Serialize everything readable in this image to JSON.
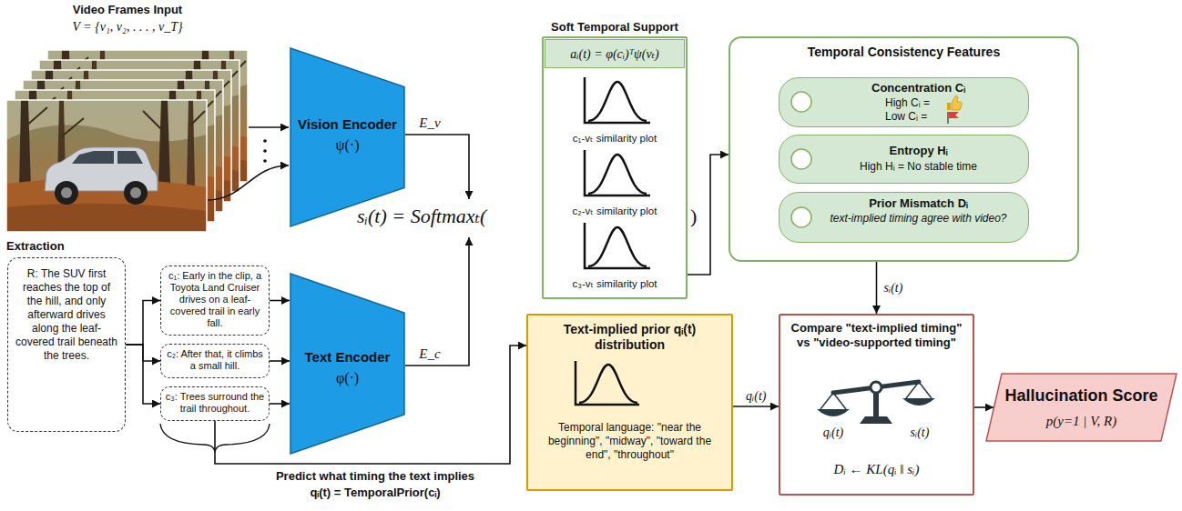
{
  "diagram": {
    "nodes": [
      {
        "text": [
          "Vision Encoder",
          "ψ(·)"
        ]
      },
      {
        "text": [
          "Soft Temporal Support",
          "c₁-vₜ similarity plot",
          "c₂-vₜ similarity plot",
          "c₃-vₜ similarity plot"
        ]
      },
      {
        "text": [
          "aᵢ(t) = φ(cᵢ)ᵀψ(vₜ)"
        ],
        "in": 1
      },
      {
        "text": [
          "Temporal Consistency Features"
        ]
      },
      {
        "text": [
          "Concentration Cᵢ",
          "High Cᵢ =",
          "Low Cᵢ ="
        ],
        "in": 3
      },
      {
        "text": [
          "Entropy Hᵢ",
          "High Hᵢ = No stable time"
        ],
        "in": 3
      },
      {
        "text": [
          "Prior Mismatch Dᵢ",
          "text-implied timing agree with video?"
        ],
        "in": 3
      },
      {
        "text": [
          "Extraction",
          "R: The SUV first reaches the top of the hill, and only afterward drives along the leaf-covered trail beneath the trees."
        ]
      },
      {
        "text": [
          "c₁: Early in the clip, a Toyota Land Cruiser drives on a leaf-covered trail in early fall."
        ]
      },
      {
        "text": [
          "c₂: After that, it climbs a small hill."
        ]
      },
      {
        "text": [
          "c₃: Trees surround the trail throughout."
        ]
      },
      {
        "text": [
          "Text Encoder",
          "φ(·)"
        ]
      },
      {
        "text": [
          "Text-implied prior qᵢ(t) distribution",
          "Temporal language: \"near the beginning\", \"midway\", \"toward the end\", \"throughout\""
        ]
      },
      {
        "text": [
          "Compare \"text-implied timing\" vs \"video-supported timing\"",
          "qᵢ(t)",
          "sᵢ(t)",
          "Dᵢ ← KL(qᵢ ‖ sᵢ)"
        ]
      },
      {
        "text": [
          "Hallucination Score",
          "p(y=1 | V, R)"
        ]
      }
    ],
    "edges": [
      {
        "from": 7,
        "to": 8,
        "arrow": "to"
      },
      {
        "from": 7,
        "to": 9,
        "arrow": "to"
      },
      {
        "from": 7,
        "to": 10,
        "arrow": "to"
      },
      {
        "from": 8,
        "to": 11,
        "arrow": "to"
      },
      {
        "from": 9,
        "to": 11,
        "arrow": "to"
      },
      {
        "from": 10,
        "to": 11,
        "arrow": "to"
      },
      {
        "from": 1,
        "to": 3,
        "arrow": "to"
      },
      {
        "from": 3,
        "to": 13,
        "label": "sᵢ(t)",
        "arrow": "to"
      },
      {
        "from": 10,
        "to": 12,
        "arrow": "to"
      },
      {
        "from": 12,
        "to": 13,
        "label": "qᵢ(t)",
        "arrow": "to"
      },
      {
        "from": 13,
        "to": 14,
        "arrow": "to"
      }
    ],
    "labels": [
      "Video Frames Input",
      "V = {v₁, v₂, . . . , v_T}",
      "E_v",
      "E_c",
      "sᵢ(t) = Softmaxₜ(",
      ")",
      "Predict what timing the text implies",
      "qᵢ(t) = TemporalPrior(cᵢ)"
    ]
  }
}
